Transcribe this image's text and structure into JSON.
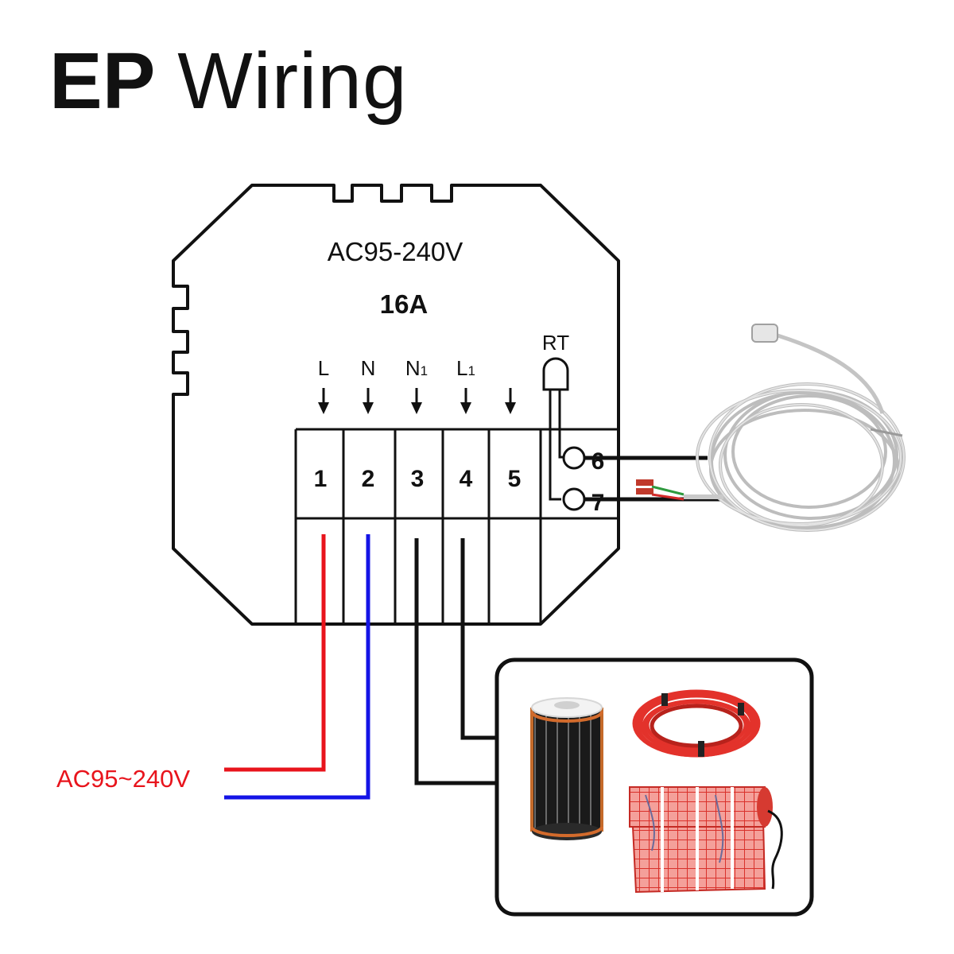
{
  "title": {
    "bold": "EP",
    "light": "Wiring"
  },
  "device": {
    "voltage": "AC95-240V",
    "current": "16A",
    "sensor_label": "RT",
    "terminal_labels": [
      {
        "main": "L",
        "sub": ""
      },
      {
        "main": "N",
        "sub": ""
      },
      {
        "main": "N",
        "sub": "1"
      },
      {
        "main": "L",
        "sub": "1"
      },
      {
        "main": "",
        "sub": ""
      }
    ],
    "terminals": [
      "1",
      "2",
      "3",
      "4",
      "5"
    ],
    "sensor_terminals": [
      "6",
      "7"
    ]
  },
  "supply_label": "AC95~240V",
  "colors": {
    "live": "#e8141c",
    "neutral": "#1414e6",
    "outline": "#111111",
    "supply_text": "#e8141c"
  },
  "icons": [
    "air-temperature-sensor-cable-icon",
    "heating-film-roll-icon",
    "heating-cable-coil-icon",
    "heating-mat-icon"
  ]
}
